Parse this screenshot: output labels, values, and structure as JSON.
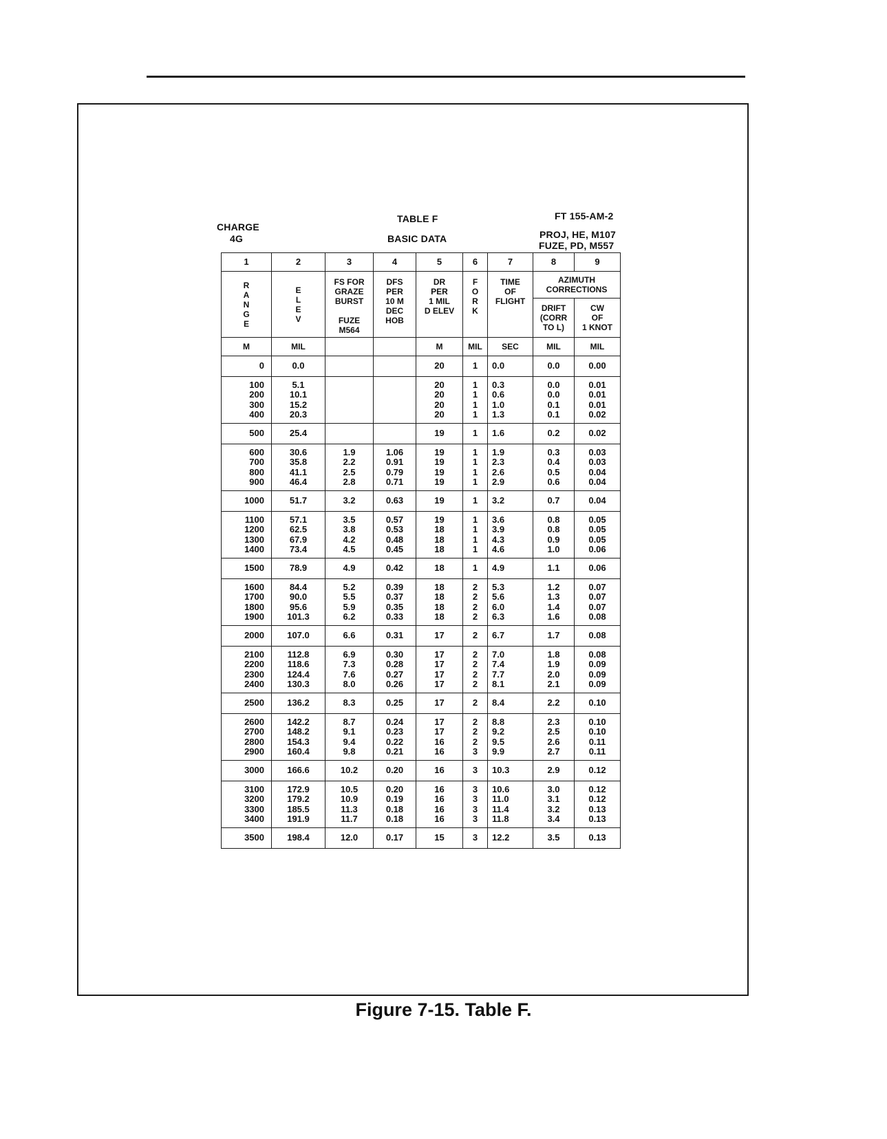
{
  "header": {
    "charge_label": "CHARGE",
    "charge_value": "4G",
    "table_title": "TABLE F",
    "table_subtitle": "BASIC DATA",
    "ft_code": "FT 155-AM-2",
    "proj": "PROJ, HE, M107",
    "fuze": "FUZE, PD, M557"
  },
  "columns": {
    "numbers": [
      "1",
      "2",
      "3",
      "4",
      "5",
      "6",
      "7",
      "8",
      "9"
    ],
    "range": "R\nA\nN\nG\nE",
    "elev": "E\nL\nE\nV",
    "fs_top": "FS FOR\nGRAZE\nBURST",
    "fs_bottom": "FUZE\nM564",
    "dfs": "DFS\nPER\n10 M\nDEC\nHOB",
    "dr": "DR\nPER\n1 MIL\nD ELEV",
    "fork": "F\nO\nR\nK",
    "tof": "TIME\nOF\nFLIGHT",
    "azimuth": "AZIMUTH\nCORRECTIONS",
    "drift": "DRIFT\n(CORR\nTO L)",
    "cw": "CW\nOF\n1 KNOT"
  },
  "units": [
    "M",
    "MIL",
    "",
    "",
    "M",
    "MIL",
    "SEC",
    "MIL",
    "MIL"
  ],
  "rows": [
    [
      "0",
      "0.0",
      "",
      "",
      "20",
      "1",
      "0.0",
      "0.0",
      "0.00"
    ],
    [
      "100\n200\n300\n400",
      "5.1\n10.1\n15.2\n20.3",
      "",
      "",
      "20\n20\n20\n20",
      "1\n1\n1\n1",
      "0.3\n0.6\n1.0\n1.3",
      "0.0\n0.0\n0.1\n0.1",
      "0.01\n0.01\n0.01\n0.02"
    ],
    [
      "500",
      "25.4",
      "",
      "",
      "19",
      "1",
      "1.6",
      "0.2",
      "0.02"
    ],
    [
      "600\n700\n800\n900",
      "30.6\n35.8\n41.1\n46.4",
      "1.9\n2.2\n2.5\n2.8",
      "1.06\n0.91\n0.79\n0.71",
      "19\n19\n19\n19",
      "1\n1\n1\n1",
      "1.9\n2.3\n2.6\n2.9",
      "0.3\n0.4\n0.5\n0.6",
      "0.03\n0.03\n0.04\n0.04"
    ],
    [
      "1000",
      "51.7",
      "3.2",
      "0.63",
      "19",
      "1",
      "3.2",
      "0.7",
      "0.04"
    ],
    [
      "1100\n1200\n1300\n1400",
      "57.1\n62.5\n67.9\n73.4",
      "3.5\n3.8\n4.2\n4.5",
      "0.57\n0.53\n0.48\n0.45",
      "19\n18\n18\n18",
      "1\n1\n1\n1",
      "3.6\n3.9\n4.3\n4.6",
      "0.8\n0.8\n0.9\n1.0",
      "0.05\n0.05\n0.05\n0.06"
    ],
    [
      "1500",
      "78.9",
      "4.9",
      "0.42",
      "18",
      "1",
      "4.9",
      "1.1",
      "0.06"
    ],
    [
      "1600\n1700\n1800\n1900",
      "84.4\n90.0\n95.6\n101.3",
      "5.2\n5.5\n5.9\n6.2",
      "0.39\n0.37\n0.35\n0.33",
      "18\n18\n18\n18",
      "2\n2\n2\n2",
      "5.3\n5.6\n6.0\n6.3",
      "1.2\n1.3\n1.4\n1.6",
      "0.07\n0.07\n0.07\n0.08"
    ],
    [
      "2000",
      "107.0",
      "6.6",
      "0.31",
      "17",
      "2",
      "6.7",
      "1.7",
      "0.08"
    ],
    [
      "2100\n2200\n2300\n2400",
      "112.8\n118.6\n124.4\n130.3",
      "6.9\n7.3\n7.6\n8.0",
      "0.30\n0.28\n0.27\n0.26",
      "17\n17\n17\n17",
      "2\n2\n2\n2",
      "7.0\n7.4\n7.7\n8.1",
      "1.8\n1.9\n2.0\n2.1",
      "0.08\n0.09\n0.09\n0.09"
    ],
    [
      "2500",
      "136.2",
      "8.3",
      "0.25",
      "17",
      "2",
      "8.4",
      "2.2",
      "0.10"
    ],
    [
      "2600\n2700\n2800\n2900",
      "142.2\n148.2\n154.3\n160.4",
      "8.7\n9.1\n9.4\n9.8",
      "0.24\n0.23\n0.22\n0.21",
      "17\n17\n16\n16",
      "2\n2\n2\n3",
      "8.8\n9.2\n9.5\n9.9",
      "2.3\n2.5\n2.6\n2.7",
      "0.10\n0.10\n0.11\n0.11"
    ],
    [
      "3000",
      "166.6",
      "10.2",
      "0.20",
      "16",
      "3",
      "10.3",
      "2.9",
      "0.12"
    ],
    [
      "3100\n3200\n3300\n3400",
      "172.9\n179.2\n185.5\n191.9",
      "10.5\n10.9\n11.3\n11.7",
      "0.20\n0.19\n0.18\n0.18",
      "16\n16\n16\n16",
      "3\n3\n3\n3",
      "10.6\n11.0\n11.4\n11.8",
      "3.0\n3.1\n3.2\n3.4",
      "0.12\n0.12\n0.13\n0.13"
    ],
    [
      "3500",
      "198.4",
      "12.0",
      "0.17",
      "15",
      "3",
      "12.2",
      "3.5",
      "0.13"
    ]
  ],
  "caption": "Figure 7-15. Table F."
}
